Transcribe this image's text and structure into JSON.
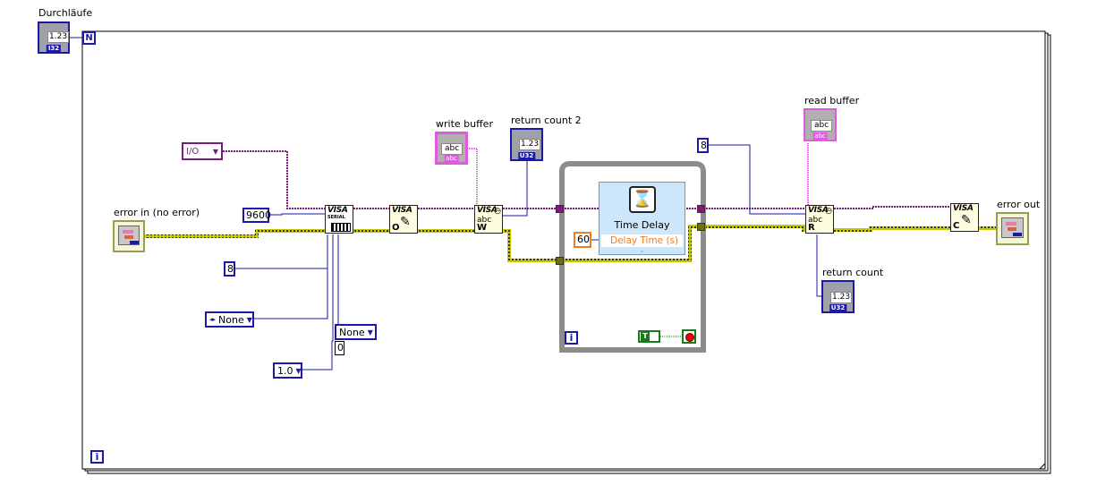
{
  "diagram": {
    "type": "LabVIEW block diagram",
    "outer_loop": {
      "kind": "For Loop",
      "count_terminal": "N",
      "iteration_terminal": "i"
    },
    "inner_loop": {
      "kind": "While Loop",
      "iteration_terminal": "i",
      "stop_constant": "T"
    }
  },
  "controls": {
    "durchlaeufe": {
      "label": "Durchläufe",
      "value": "1.23",
      "type": "I32"
    },
    "error_in": {
      "label": "error in (no error)"
    },
    "write_buffer": {
      "label": "write buffer",
      "value": "abc",
      "type": "abc"
    },
    "visa_resource": {
      "value": "I/O"
    }
  },
  "indicators": {
    "return_count_2": {
      "label": "return count 2",
      "value": "1.23",
      "type": "U32"
    },
    "read_buffer": {
      "label": "read buffer",
      "value": "abc",
      "type": "abc"
    },
    "return_count": {
      "label": "return count",
      "value": "1.23",
      "type": "U32"
    },
    "error_out": {
      "label": "error out"
    }
  },
  "constants": {
    "baud_rate": "9600",
    "data_bits": "8",
    "parity": "None",
    "stop_bits": "1.0",
    "flow_control": "None",
    "flow_control_index": "0",
    "bytes_to_read": "8",
    "delay_time": "60"
  },
  "nodes": {
    "visa_serial": {
      "title": "VISA",
      "subtitle": "SERIAL"
    },
    "visa_open": {
      "title": "VISA",
      "letter": "O"
    },
    "visa_write": {
      "title": "VISA",
      "sub": "abc",
      "letter": "W"
    },
    "visa_read": {
      "title": "VISA",
      "sub": "abc",
      "letter": "R"
    },
    "visa_close": {
      "title": "VISA",
      "letter": "C"
    },
    "time_delay": {
      "title": "Time Delay",
      "input_label": "Delay Time (s)"
    }
  },
  "colors": {
    "error_wire": "#c8c800",
    "visa_wire": "#7a1a7a",
    "numeric_wire": "#1a1aa6",
    "string_wire": "#e05ae0",
    "while_loop": "#8c8c8c",
    "express_vi": "#cde6fa",
    "delay_label": "#f07c1a",
    "boolean": "#1a7a1a"
  }
}
